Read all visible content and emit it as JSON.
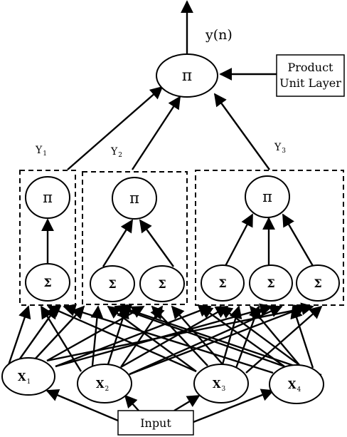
{
  "output": {
    "label": "y(n)"
  },
  "product_unit_layer": {
    "line1": "Product",
    "line2": "Unit Layer"
  },
  "top_node": {
    "symbol": "π"
  },
  "groups": [
    {
      "label": "Y",
      "sub": "1",
      "pi_symbol": "π",
      "sigma_symbols": [
        "Σ"
      ]
    },
    {
      "label": "Y",
      "sub": "2",
      "pi_symbol": "π",
      "sigma_symbols": [
        "Σ",
        "Σ"
      ]
    },
    {
      "label": "Y",
      "sub": "3",
      "pi_symbol": "π",
      "sigma_symbols": [
        "Σ",
        "Σ",
        "Σ"
      ]
    }
  ],
  "inputs": [
    {
      "label": "X",
      "sub": "1"
    },
    {
      "label": "X",
      "sub": "2"
    },
    {
      "label": "X",
      "sub": "3"
    },
    {
      "label": "X",
      "sub": "4"
    }
  ],
  "input_box": {
    "label": "Input"
  },
  "colors": {
    "stroke": "#000000",
    "background": "#ffffff"
  }
}
